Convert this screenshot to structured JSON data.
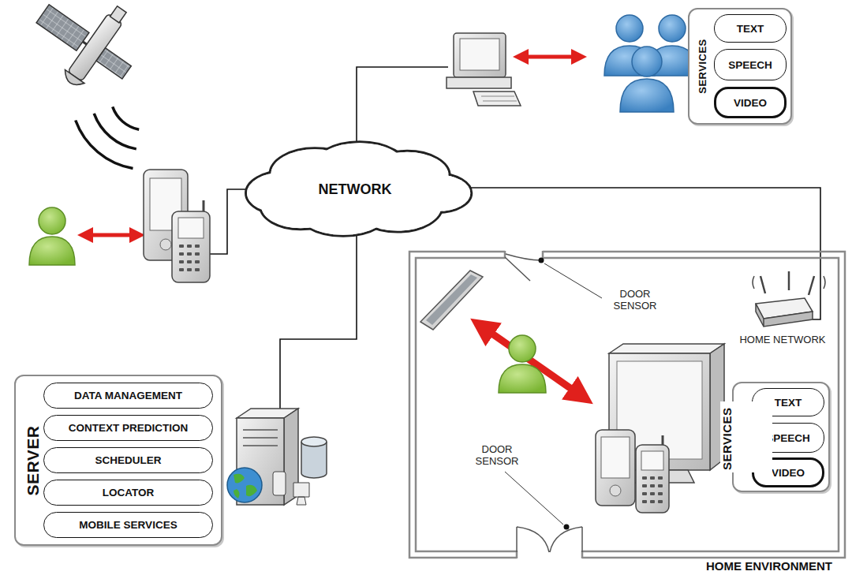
{
  "diagram": {
    "nodes": [
      {
        "text": [
          "SERVICES"
        ]
      },
      {
        "text": [
          "TEXT"
        ],
        "in": 0
      },
      {
        "text": [
          "SPEECH"
        ],
        "in": 0
      },
      {
        "text": [
          "VIDEO"
        ],
        "in": 0
      },
      {
        "text": [
          "NETWORK"
        ]
      },
      {
        "text": [
          "HOME ENVIRONMENT"
        ]
      },
      {
        "text": [
          "SERVICES"
        ],
        "in": 5
      },
      {
        "text": [
          "TEXT"
        ],
        "in": 6
      },
      {
        "text": [
          "SPEECH"
        ],
        "in": 6
      },
      {
        "text": [
          "VIDEO"
        ],
        "in": 6
      },
      {
        "text": [
          "SERVER"
        ]
      },
      {
        "text": [
          "DATA MANAGEMENT"
        ],
        "in": 10
      },
      {
        "text": [
          "CONTEXT PREDICTION"
        ],
        "in": 10
      },
      {
        "text": [
          "SCHEDULER"
        ],
        "in": 10
      },
      {
        "text": [
          "LOCATOR"
        ],
        "in": 10
      },
      {
        "text": [
          "MOBILE SERVICES"
        ],
        "in": 10
      }
    ],
    "labels": [
      "DOOR SENSOR",
      "HOME NETWORK",
      "DOOR SENSOR"
    ]
  }
}
